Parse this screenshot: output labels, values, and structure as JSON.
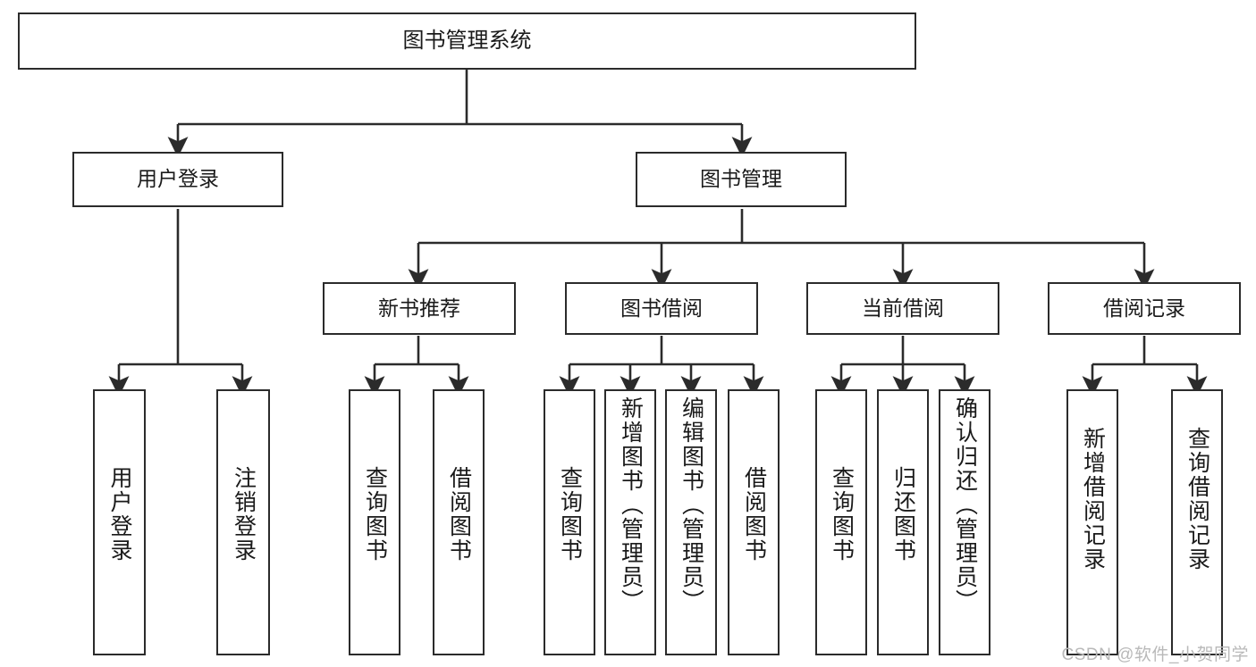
{
  "diagram": {
    "title": "图书管理系统",
    "type": "hierarchy-tree",
    "background_color": "#ffffff",
    "border_color": "#2b2b2b",
    "text_color": "#1a1a1a"
  },
  "nodes": {
    "root": {
      "label": "图书管理系统"
    },
    "level2": [
      {
        "id": "user-login",
        "label": "用户登录"
      },
      {
        "id": "book-manage",
        "label": "图书管理"
      }
    ],
    "level3": [
      {
        "id": "new-book-recommend",
        "label": "新书推荐"
      },
      {
        "id": "book-borrow",
        "label": "图书借阅"
      },
      {
        "id": "current-borrow",
        "label": "当前借阅"
      },
      {
        "id": "borrow-record",
        "label": "借阅记录"
      }
    ],
    "leaves": [
      {
        "id": "leaf-user-login",
        "label": "用户登录"
      },
      {
        "id": "leaf-logout-login",
        "label": "注销登录"
      },
      {
        "id": "leaf-query-book-1",
        "label": "查询图书"
      },
      {
        "id": "leaf-borrow-book-1",
        "label": "借阅图书"
      },
      {
        "id": "leaf-query-book-2",
        "label": "查询图书"
      },
      {
        "id": "leaf-add-book-admin",
        "label": "新增图书（管理员）"
      },
      {
        "id": "leaf-edit-book-admin",
        "label": "编辑图书（管理员）"
      },
      {
        "id": "leaf-borrow-book-2",
        "label": "借阅图书"
      },
      {
        "id": "leaf-query-book-3",
        "label": "查询图书"
      },
      {
        "id": "leaf-return-book",
        "label": "归还图书"
      },
      {
        "id": "leaf-confirm-return-admin",
        "label": "确认归还（管理员）"
      },
      {
        "id": "leaf-add-borrow-record",
        "label": "新增借阅记录"
      },
      {
        "id": "leaf-query-borrow-record",
        "label": "查询借阅记录"
      }
    ]
  },
  "watermark": {
    "text": "CSDN @软件_小贺同学"
  }
}
